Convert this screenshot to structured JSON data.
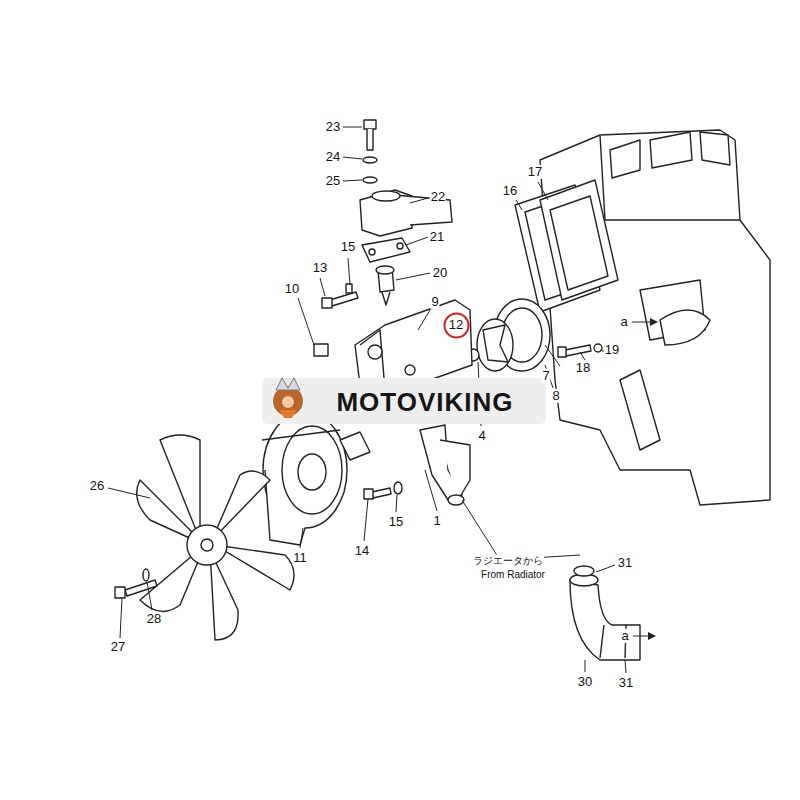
{
  "diagram": {
    "nodes": [
      {
        "text": [
          "12"
        ]
      }
    ],
    "labels": [
      "23",
      "24",
      "25",
      "22",
      "21",
      "20",
      "15",
      "13",
      "10",
      "9",
      "16",
      "17",
      "a",
      "8",
      "7",
      "18",
      "19",
      "4",
      "MOTOVIKING",
      "26",
      "11",
      "14",
      "15",
      "1",
      "ラジエータから",
      "From Radiator",
      "31",
      "30",
      "31",
      "a",
      "27",
      "28"
    ]
  }
}
